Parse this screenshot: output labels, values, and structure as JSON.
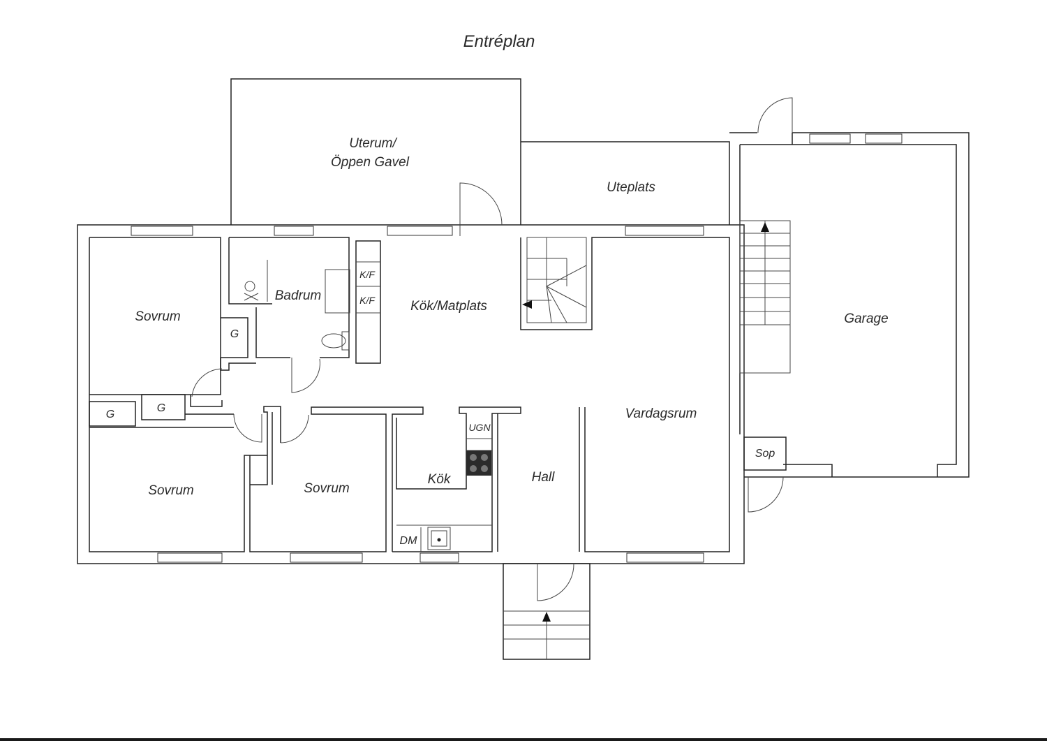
{
  "title": "Entréplan",
  "rooms": {
    "uterum_line1": "Uterum/",
    "uterum_line2": "Öppen Gavel",
    "uteplats": "Uteplats",
    "garage": "Garage",
    "sovrum_top": "Sovrum",
    "badrum": "Badrum",
    "kok_matplats": "Kök/Matplats",
    "kok": "Kök",
    "hall": "Hall",
    "vardagsrum": "Vardagsrum",
    "sovrum_bottom_left": "Sovrum",
    "sovrum_bottom_mid": "Sovrum",
    "sop": "Sop"
  },
  "fixtures": {
    "kf1": "K/F",
    "kf2": "K/F",
    "g_bath": "G",
    "g_left": "G",
    "g_mid": "G",
    "ugn": "UGN",
    "dm": "DM"
  },
  "colors": {
    "wall": "#222222",
    "text": "#2a2a2a",
    "background": "#ffffff"
  }
}
